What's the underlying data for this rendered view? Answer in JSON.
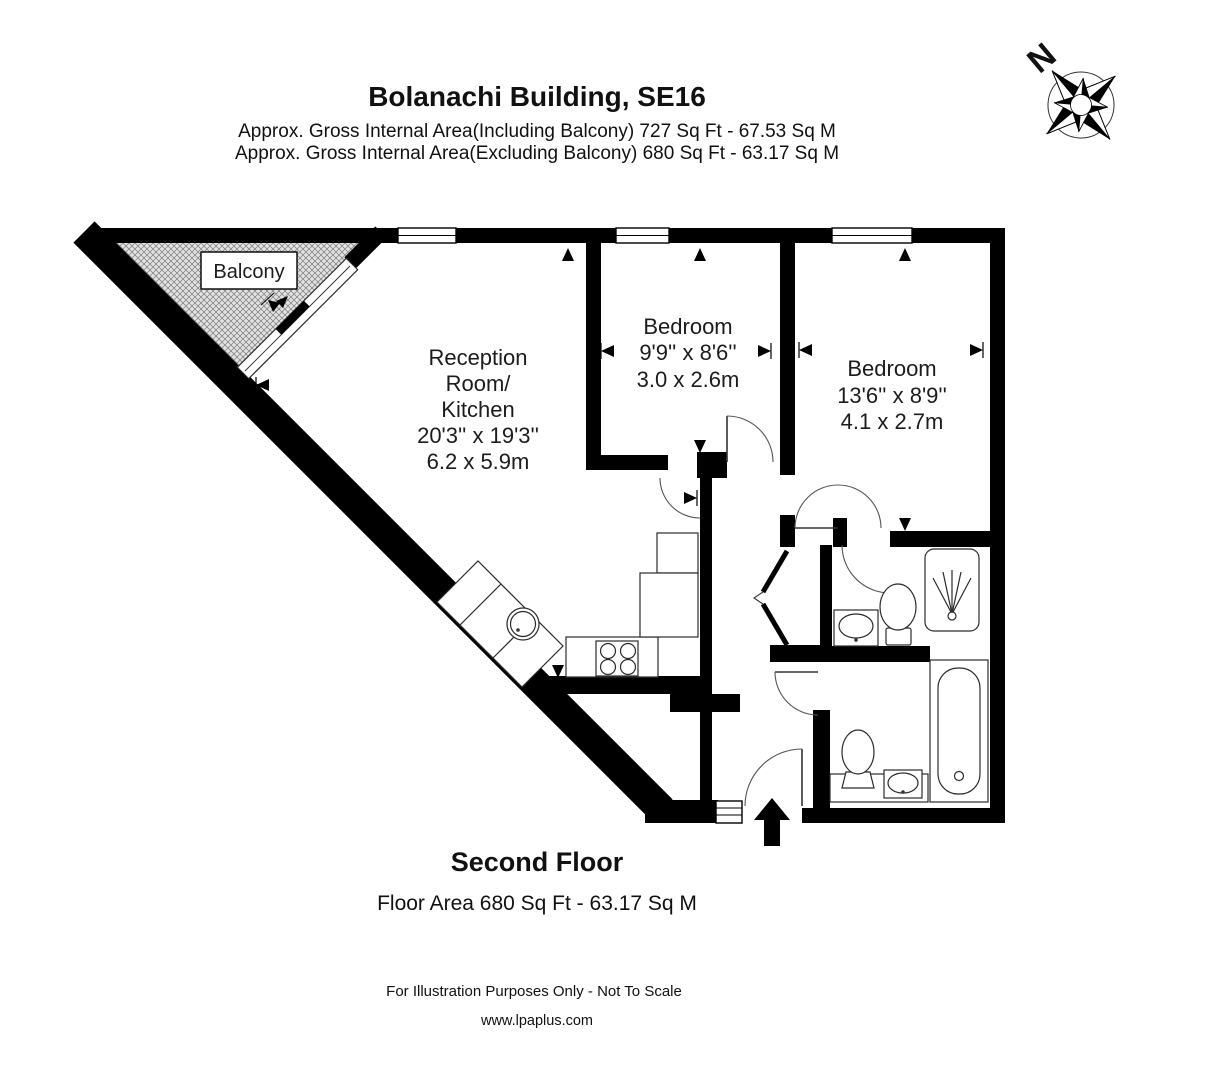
{
  "header": {
    "title": "Bolanachi Building, SE16",
    "area_line1": "Approx. Gross Internal Area(Including Balcony) 727 Sq Ft - 67.53 Sq M",
    "area_line2": "Approx. Gross Internal Area(Excluding Balcony) 680 Sq Ft - 63.17 Sq M"
  },
  "compass": {
    "north_label": "N"
  },
  "rooms": {
    "balcony": {
      "label": "Balcony"
    },
    "reception": {
      "lines": [
        "Reception",
        "Room/",
        "Kitchen",
        "20'3'' x 19'3''",
        "6.2 x 5.9m"
      ]
    },
    "bedroom1": {
      "lines": [
        "Bedroom",
        "9'9'' x 8'6''",
        "3.0 x 2.6m"
      ]
    },
    "bedroom2": {
      "lines": [
        "Bedroom",
        "13'6'' x 8'9''",
        "4.1 x 2.7m"
      ]
    }
  },
  "footer": {
    "floor_label": "Second Floor",
    "floor_area": "Floor Area 680 Sq Ft - 63.17 Sq M",
    "disclaimer": "For Illustration Purposes Only - Not To Scale",
    "website": "www.lpaplus.com"
  },
  "colors": {
    "wall": "#000000",
    "background": "#ffffff",
    "hatch_fill": "#e0e0e0",
    "hatch_line": "#777777"
  }
}
